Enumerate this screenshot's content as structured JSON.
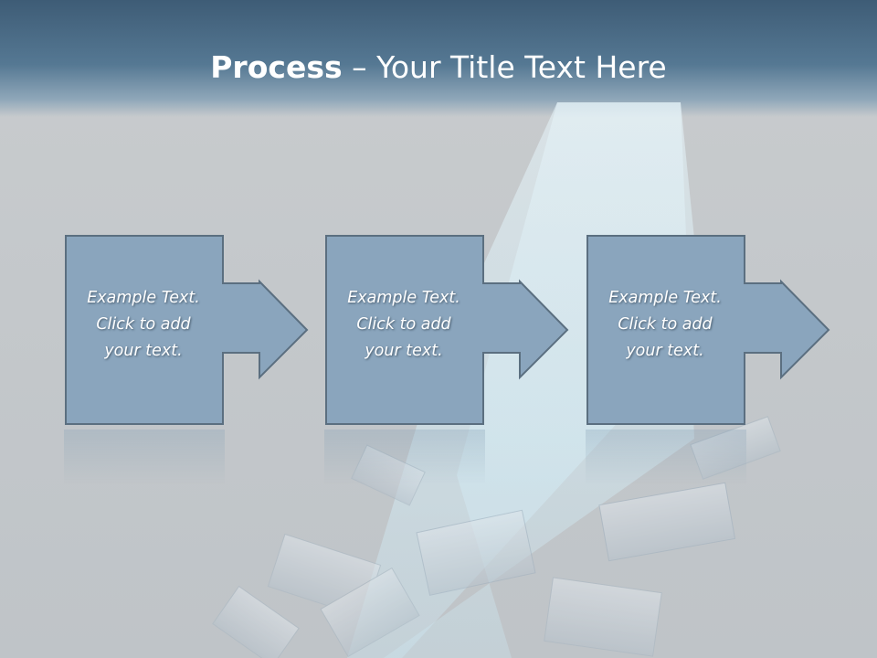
{
  "slide": {
    "title_bold": "Process",
    "title_rest": " – Your Title Text Here"
  },
  "steps": [
    {
      "lines": [
        "Example Text.",
        "Click  to add",
        "your text."
      ]
    },
    {
      "lines": [
        "Example Text.",
        "Click  to add",
        "your text."
      ]
    },
    {
      "lines": [
        "Example Text.",
        "Click  to add",
        "your text."
      ]
    }
  ],
  "colors": {
    "header": "#3e5c76",
    "shape_fill": "#8aa5bd",
    "shape_stroke": "#5b6f80",
    "title_text": "#ffffff"
  }
}
